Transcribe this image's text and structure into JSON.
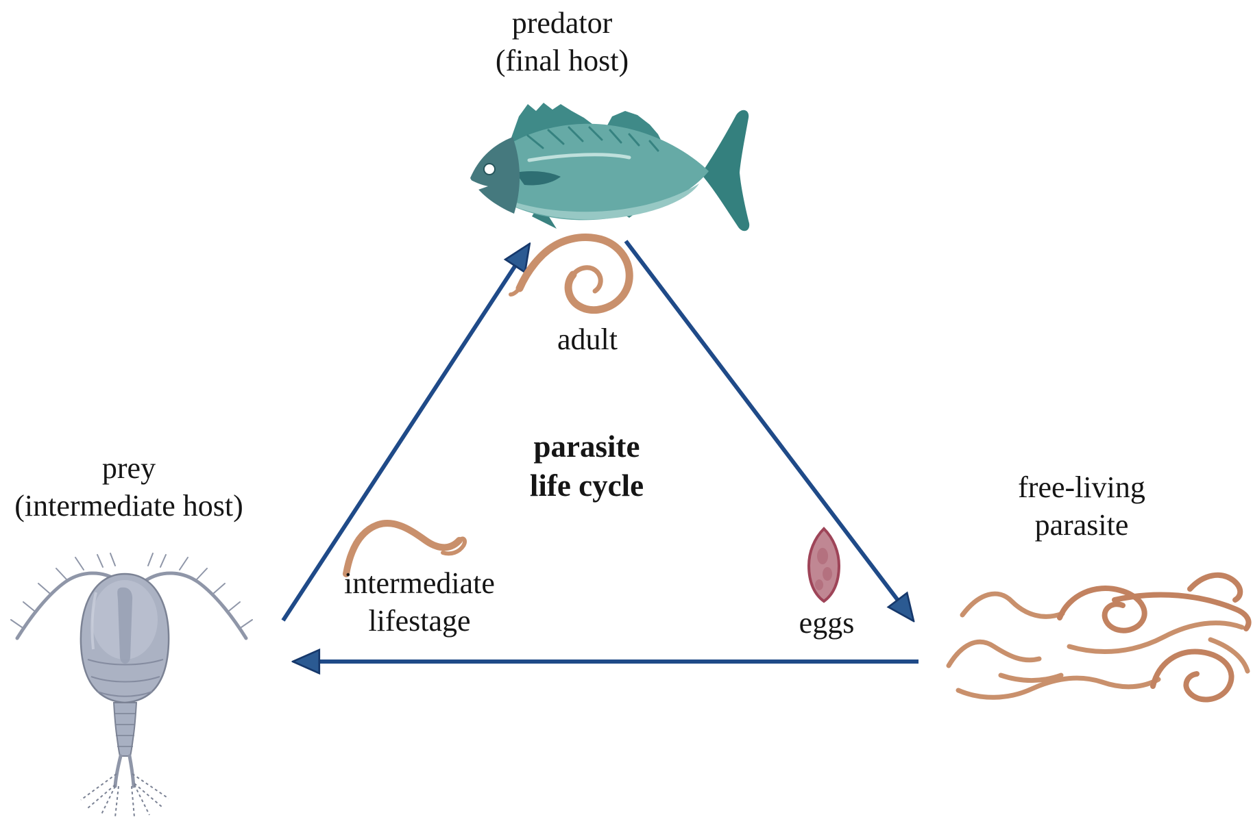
{
  "diagram": {
    "background": "#ffffff",
    "center_label": {
      "line1": "parasite",
      "line2": "life cycle"
    },
    "nodes": {
      "predator": {
        "line1": "predator",
        "line2": "(final host)",
        "illustration": "fish-icon"
      },
      "prey": {
        "line1": "prey",
        "line2": "(intermediate host)",
        "illustration": "copepod-icon"
      },
      "free_living_parasite": {
        "line1": "free-living",
        "line2": "parasite",
        "illustration": "worm-tangle-icon"
      }
    },
    "stages": {
      "adult": {
        "label": "adult",
        "illustration": "coiled-worm-icon"
      },
      "intermediate_lifestage": {
        "line1": "intermediate",
        "line2": "lifestage",
        "illustration": "curved-worm-icon"
      },
      "eggs": {
        "label": "eggs",
        "illustration": "egg-icon"
      }
    },
    "arrows": {
      "prey_to_predator": "prey (intermediate host) to predator (final host)",
      "predator_to_free_living_parasite": "predator (final host) to free-living parasite",
      "free_living_parasite_to_prey": "free-living parasite to prey (intermediate host)"
    },
    "colors": {
      "arrow": "#1f4a88",
      "arrowhead": "#2b5a92",
      "worm": "#c9906c",
      "egg_fill": "#c08793",
      "egg_outline": "#9e4458",
      "fish_body": "#66aaa6",
      "fish_dark_fin": "#3f8a88",
      "fish_head": "#45797e",
      "fish_belly": "#97c8c4",
      "fish_tail": "#34807e",
      "copepod_body": "#abb2c3",
      "copepod_outline": "#7b8294",
      "text": "#151515"
    }
  }
}
